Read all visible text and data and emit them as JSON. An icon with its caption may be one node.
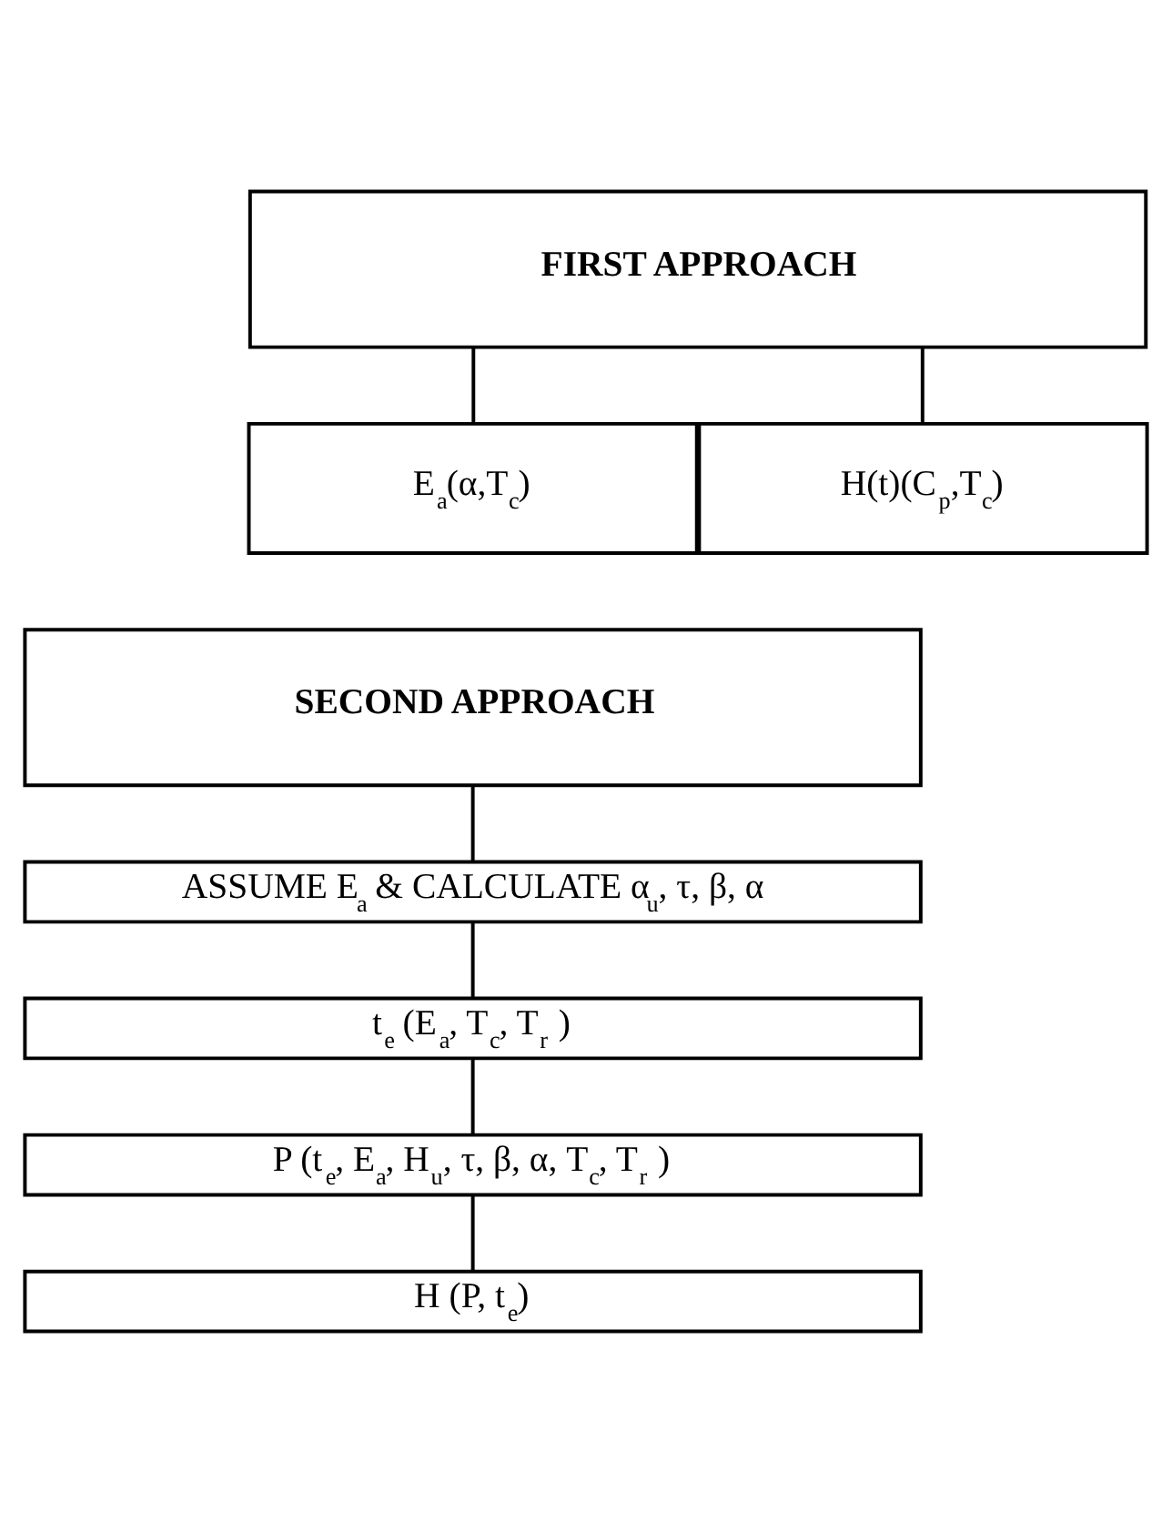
{
  "diagram": {
    "nodes": [
      {
        "text": [
          "FIRST APPROACH"
        ]
      },
      {
        "text": [
          "E$_{a}$(α,T$_{c}$)"
        ]
      },
      {
        "text": [
          "H(t)(C$_{p}$,T$_{c}$)"
        ]
      },
      {
        "text": [
          "SECOND APPROACH"
        ]
      },
      {
        "text": [
          "ASSUME E$_{a}$ & CALCULATE α$_{u}$, τ, β, α"
        ]
      },
      {
        "text": [
          "t$_{e}$ (E$_{a}$, T$_{c}$, T$_{r}$ )"
        ]
      },
      {
        "text": [
          "P (t$_{e}$, E$_{a}$, H$_{u}$, τ, β, α, T$_{c}$, T$_{r}$ )"
        ]
      },
      {
        "text": [
          "H (P, t$_{e}$)"
        ]
      }
    ],
    "edges": [
      {
        "from": 0,
        "to": 1,
        "arrow": "none"
      },
      {
        "from": 0,
        "to": 2,
        "arrow": "none"
      },
      {
        "from": 3,
        "to": 4,
        "arrow": "none"
      },
      {
        "from": 4,
        "to": 5,
        "arrow": "none"
      },
      {
        "from": 5,
        "to": 6,
        "arrow": "none"
      },
      {
        "from": 6,
        "to": 7,
        "arrow": "none"
      }
    ]
  }
}
